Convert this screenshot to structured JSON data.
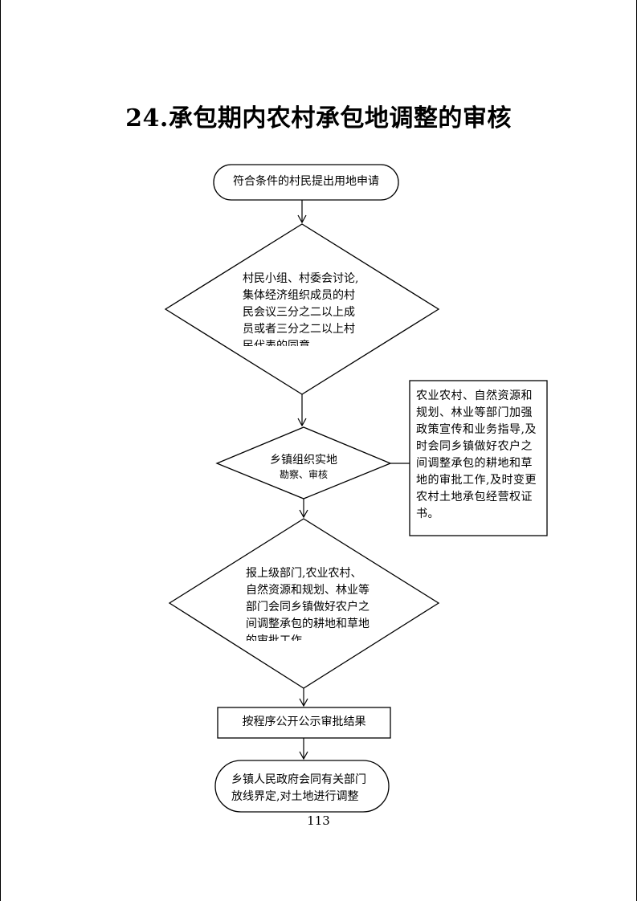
{
  "page": {
    "title": "24.承包期内农村承包地调整的审核",
    "page_number": "113"
  },
  "flow": {
    "start": "符合条件的村民提出用地申请",
    "decision1": "村民小组、村委会讨论,集体经济组织成员的村民会议三分之二以上成员或者三分之二以上村民代表的同意",
    "decision2_line1": "乡镇组织实地",
    "decision2_line2": "勘察、审核",
    "side_note": "农业农村、自然资源和规划、林业等部门加强政策宣传和业务指导,及时会同乡镇做好农户之间调整承包的耕地和草地的审批工作,及时变更农村土地承包经营权证书。",
    "decision3": "报上级部门,农业农村、自然资源和规划、林业等部门会同乡镇做好农户之间调整承包的耕地和草地的审批工作",
    "process": "按程序公开公示审批结果",
    "end": "乡镇人民政府会同有关部门放线界定,对土地进行调整"
  }
}
